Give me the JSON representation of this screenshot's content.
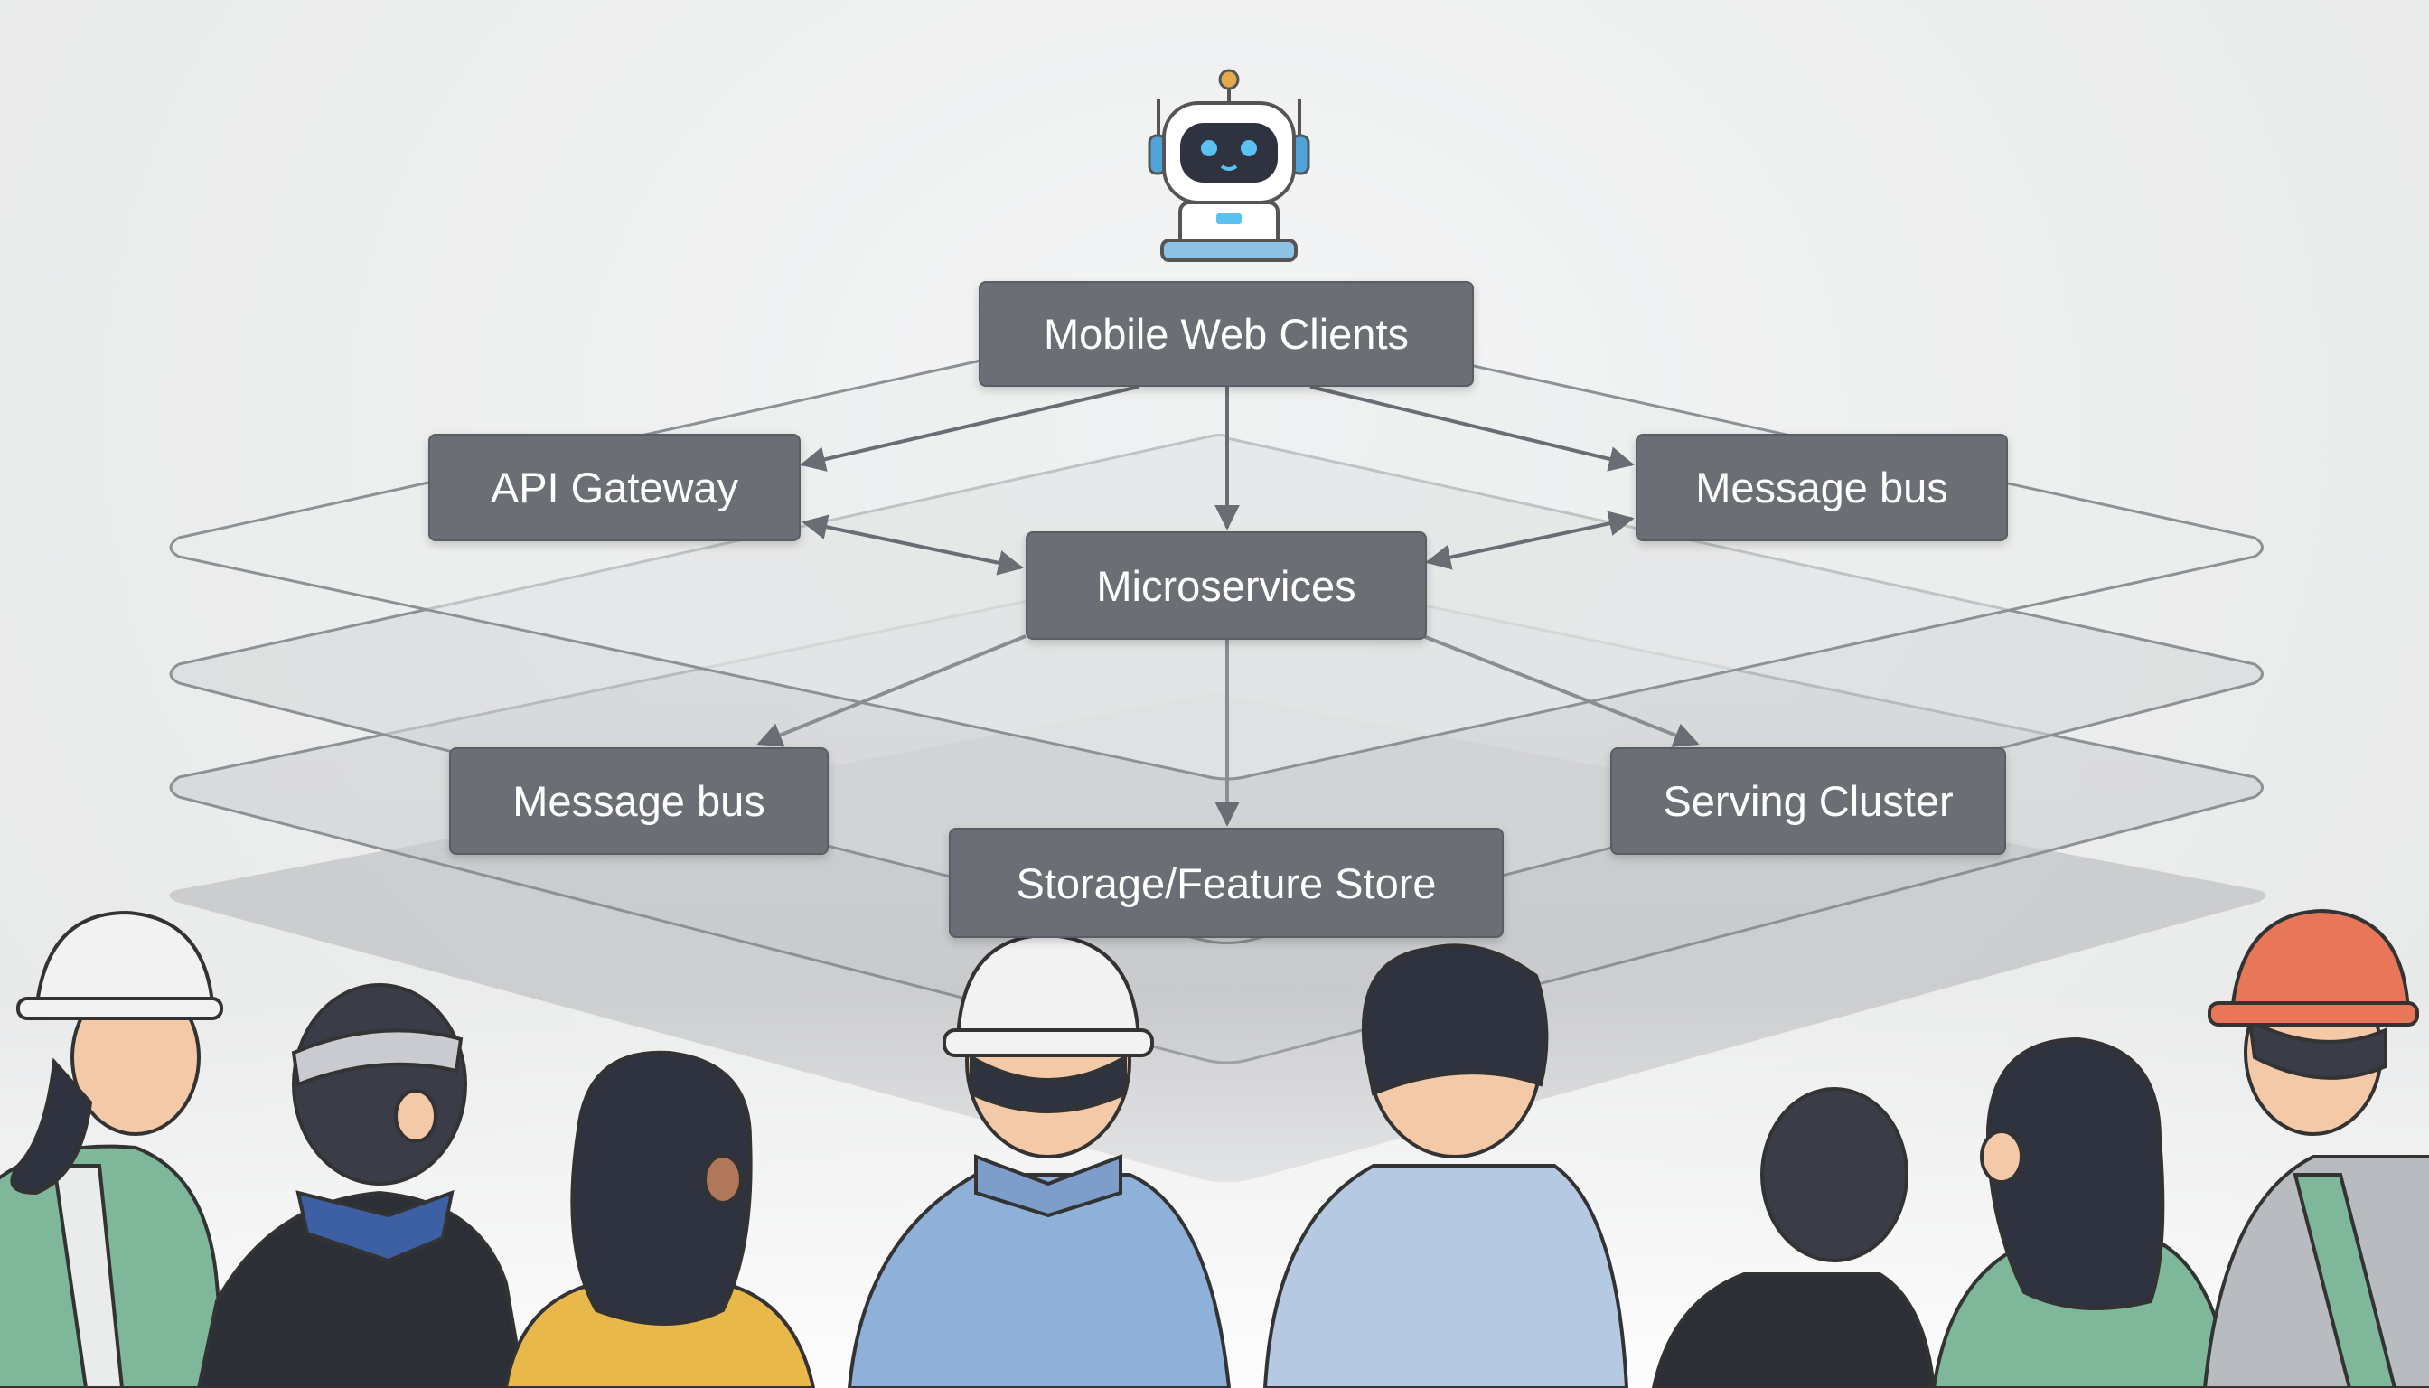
{
  "diagram": {
    "nodes": {
      "mobile_web_clients": "Mobile Web Clients",
      "api_gateway": "API Gateway",
      "message_bus_right": "Message bus",
      "microservices": "Microservices",
      "message_bus_left": "Message bus",
      "serving_cluster": "Serving Cluster",
      "storage_feature_store": "Storage/Feature Store"
    },
    "edges": [
      {
        "from": "Mobile Web Clients",
        "to": "API Gateway"
      },
      {
        "from": "Mobile Web Clients",
        "to": "Microservices"
      },
      {
        "from": "Mobile Web Clients",
        "to": "Message bus"
      },
      {
        "from": "API Gateway",
        "to": "Microservices",
        "bidirectional": true
      },
      {
        "from": "Microservices",
        "to": "Message bus",
        "bidirectional": true
      },
      {
        "from": "Microservices",
        "to": "Message bus"
      },
      {
        "from": "Microservices",
        "to": "Storage/Feature Store"
      },
      {
        "from": "Microservices",
        "to": "Serving Cluster"
      }
    ],
    "layers": 4
  },
  "illustration": {
    "mascot": "robot-icon",
    "people_count": 8,
    "colors": {
      "node_fill": "#6b6e75",
      "node_text": "#ffffff",
      "edge": "#6a6d73",
      "hardhat_white": "#f2f2f2",
      "hardhat_orange": "#e8775a",
      "vest_green": "#7fb79a",
      "robot_accent": "#4fa3d8"
    }
  }
}
